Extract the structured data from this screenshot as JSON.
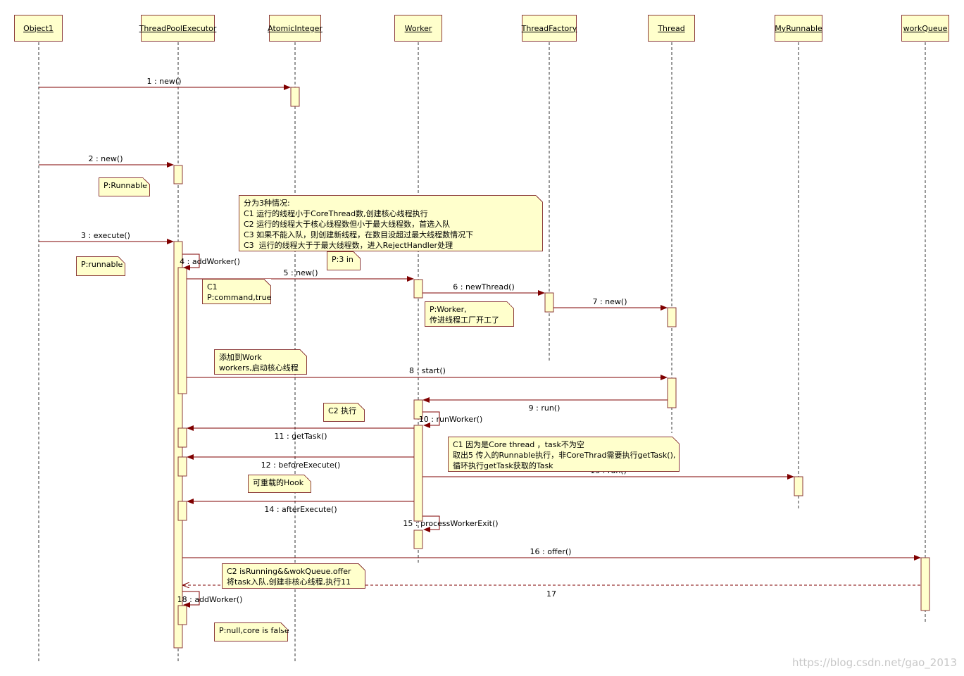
{
  "lifelines": [
    {
      "id": "object1",
      "label": "Object1"
    },
    {
      "id": "tpe",
      "label": "ThreadPoolExecutor"
    },
    {
      "id": "atomic",
      "label": "AtomicInteger"
    },
    {
      "id": "worker",
      "label": "Worker"
    },
    {
      "id": "factory",
      "label": "ThreadFactory"
    },
    {
      "id": "thread",
      "label": "Thread"
    },
    {
      "id": "runnable",
      "label": "MyRunnable"
    },
    {
      "id": "queue",
      "label": "workQueue"
    }
  ],
  "messages": [
    {
      "label": "1 : new()"
    },
    {
      "label": "2 : new()"
    },
    {
      "label": "3 : execute()"
    },
    {
      "label": "4 : addWorker()"
    },
    {
      "label": "5 : new()"
    },
    {
      "label": "6 : newThread()"
    },
    {
      "label": "7 : new()"
    },
    {
      "label": "8 : start()"
    },
    {
      "label": "9 : run()"
    },
    {
      "label": "10 : runWorker()"
    },
    {
      "label": "11 : getTask()"
    },
    {
      "label": "12 : beforeExecute()"
    },
    {
      "label": "13 : run()"
    },
    {
      "label": "14 : afterExecute()"
    },
    {
      "label": "15 : processWorkerExit()"
    },
    {
      "label": "16 : offer()"
    },
    {
      "label": "17"
    },
    {
      "label": "18 : addWorker()"
    }
  ],
  "notes": [
    {
      "text": "P:Runnable"
    },
    {
      "text": "分为3种情况:\nC1 运行的线程小于CoreThread数,创建核心线程执行\nC2 运行的线程大于核心线程数但小于最大线程数，首选入队\nC3 如果不能入队，则创建新线程，在数目没超过最大线程数情况下\nC3  运行的线程大于于最大线程数，进入RejectHandler处理"
    },
    {
      "text": "P:runnable"
    },
    {
      "text": "P:3 in"
    },
    {
      "text": "C1\nP:command,true"
    },
    {
      "text": "P:Worker,\n传进线程工厂开工了"
    },
    {
      "text": "添加到Work\nworkers,启动核心线程"
    },
    {
      "text": "C2 执行"
    },
    {
      "text": "C1 因为是Core thread ，task不为空\n取出5 传入的Runnable执行，非CoreThrad需要执行getTask(),\n循环执行getTask获取的Task"
    },
    {
      "text": "可重载的Hook"
    },
    {
      "text": "C2 isRunning&&wokQueue.offer\n将task入队,创建非核心线程,执行11"
    },
    {
      "text": "P:null,core is false"
    }
  ],
  "watermark": "https://blog.csdn.net/gao_2013",
  "colors": {
    "line": "#7f0000",
    "fill": "#ffffcc",
    "border": "#8b3a3a"
  }
}
